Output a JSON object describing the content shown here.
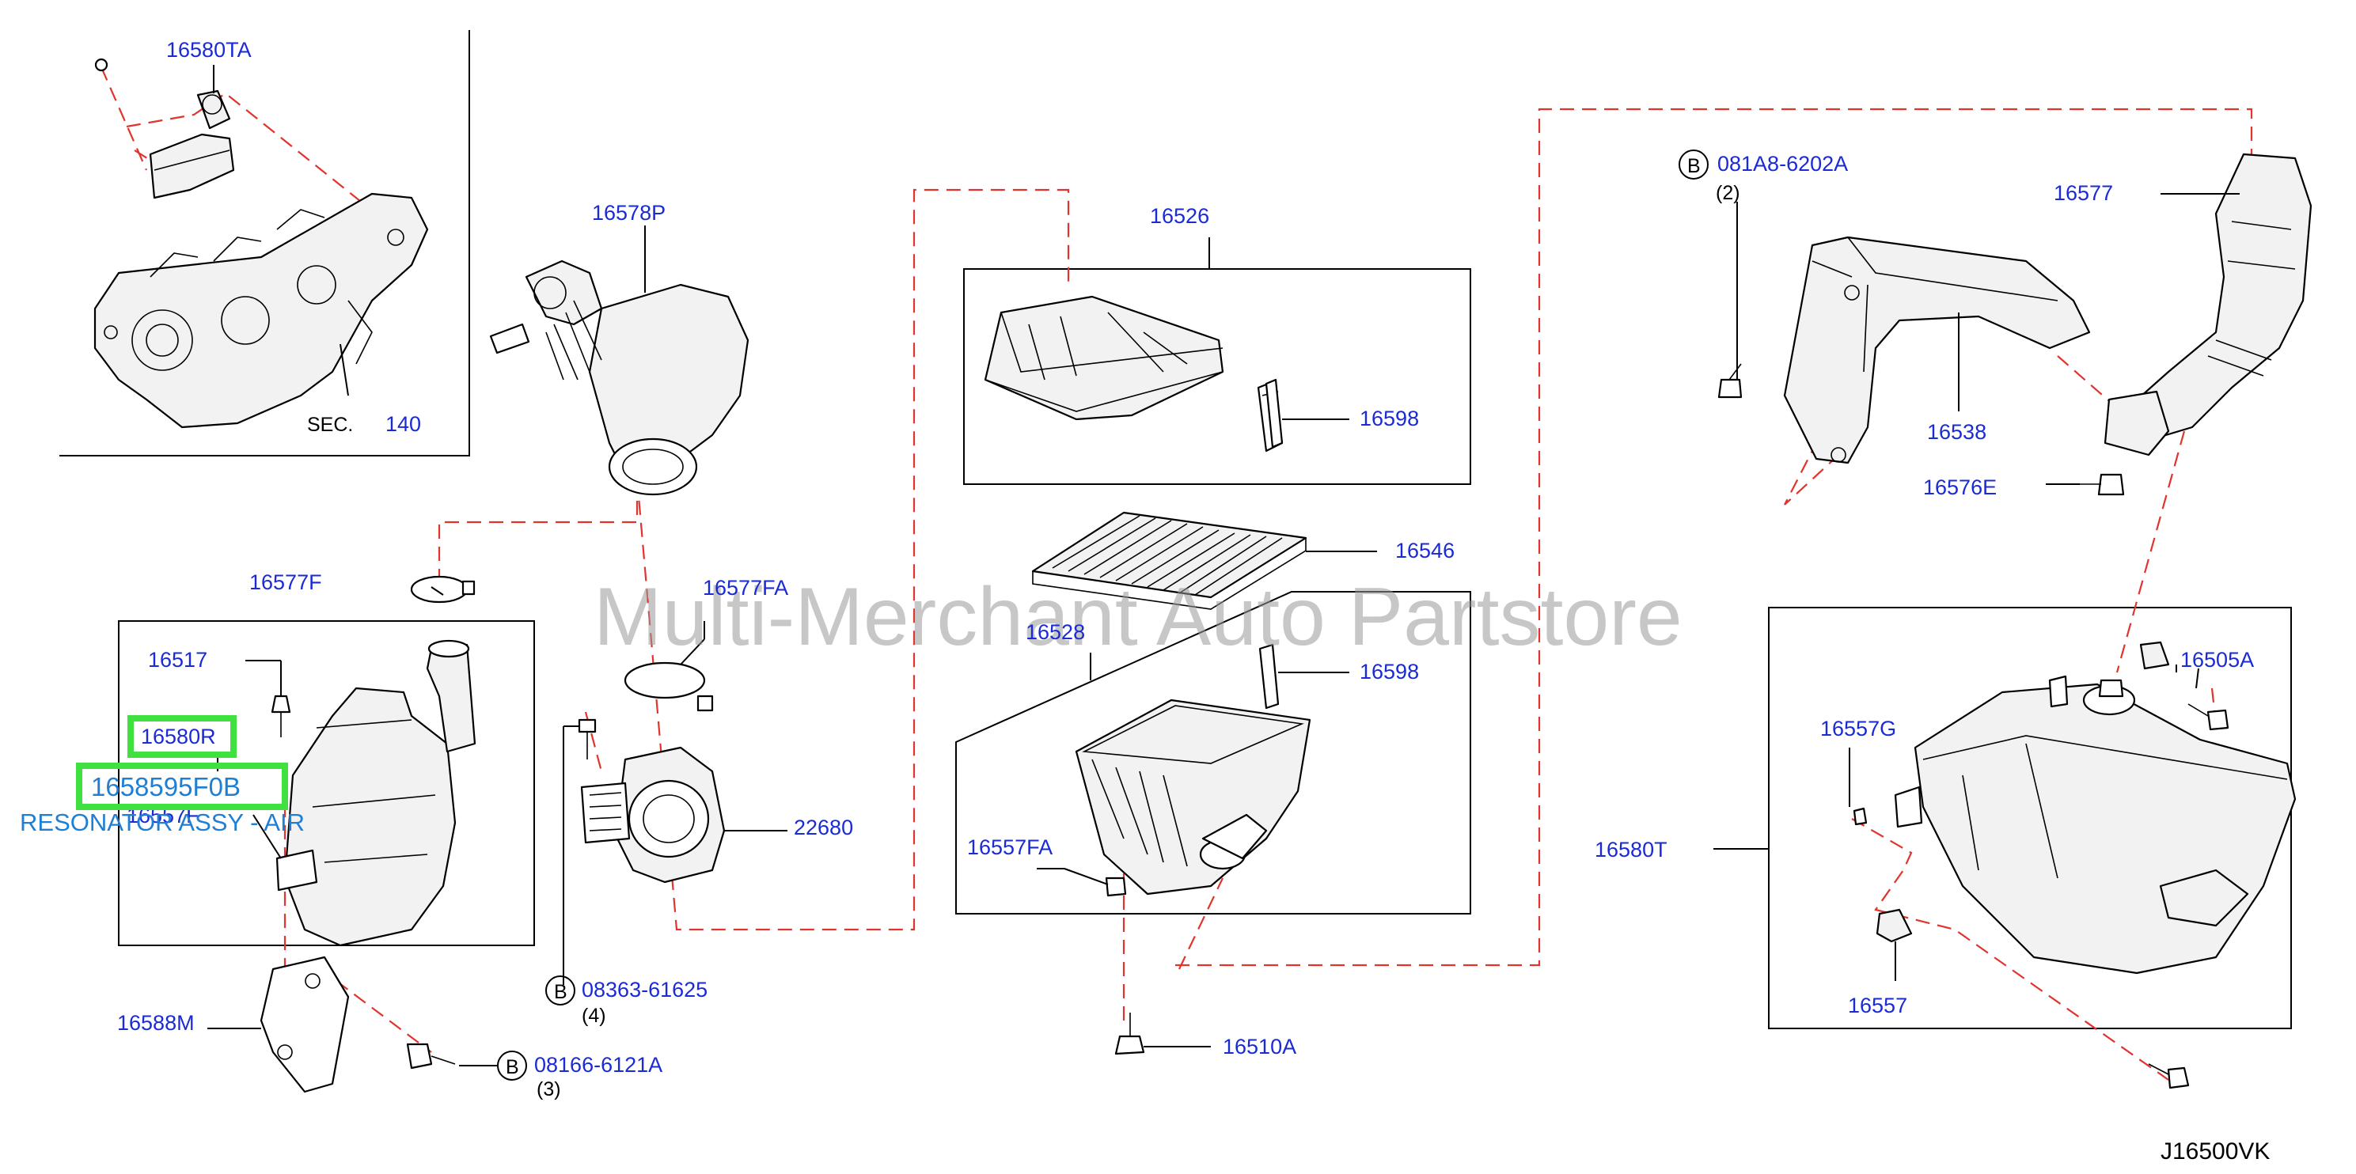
{
  "labels": {
    "p16580TA": "16580TA",
    "sec_text": "SEC.",
    "sec_num": "140",
    "p16578P": "16578P",
    "p16577F": "16577F",
    "p16517": "16517",
    "p16580R": "16580R",
    "p16557F": "16557F",
    "p16588M": "16588M",
    "p16577FA": "16577FA",
    "p22680": "22680",
    "b1_num": "08363-61625",
    "b1_qty": "(4)",
    "b2_num": "08166-6121A",
    "b2_qty": "(3)",
    "p16526": "16526",
    "p16598a": "16598",
    "p16546": "16546",
    "p16528": "16528",
    "p16598b": "16598",
    "p16557FA": "16557FA",
    "p16510A": "16510A",
    "b3_num": "081A8-6202A",
    "b3_qty": "(2)",
    "p16577": "16577",
    "p16538": "16538",
    "p16576E": "16576E",
    "p16505A": "16505A",
    "p16557G": "16557G",
    "p16580T": "16580T",
    "p16557": "16557",
    "bolt_letter": "B",
    "diagram_code": "J16500VK"
  },
  "highlight": {
    "part_number": "1658595F0B",
    "description": "RESONATOR ASSY - AIR"
  },
  "watermark": "Multi-Merchant Auto Partstore",
  "colors": {
    "label_blue": "#1a2bd6",
    "dash_red": "#e0342e",
    "highlight_green": "#3fe03f",
    "highlight_text": "#1f7fd4"
  }
}
